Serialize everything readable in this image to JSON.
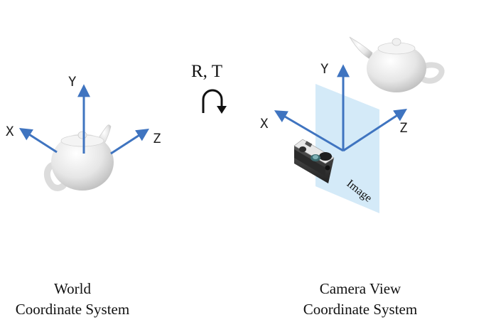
{
  "world": {
    "axes": {
      "x": "X",
      "y": "Y",
      "z": "Z"
    },
    "caption_line1": "World",
    "caption_line2": "Coordinate System"
  },
  "transform": {
    "label": "R, T",
    "icon": "rotation-arrow-icon"
  },
  "camera": {
    "axes": {
      "x": "X",
      "y": "Y",
      "z": "Z"
    },
    "plane_label": "Image",
    "icon": "camera-icon",
    "caption_line1": "Camera View",
    "caption_line2": "Coordinate System"
  },
  "colors": {
    "axis": "#3f74c0",
    "image_plane": "#d2e9f8",
    "teapot": "#ececec"
  }
}
